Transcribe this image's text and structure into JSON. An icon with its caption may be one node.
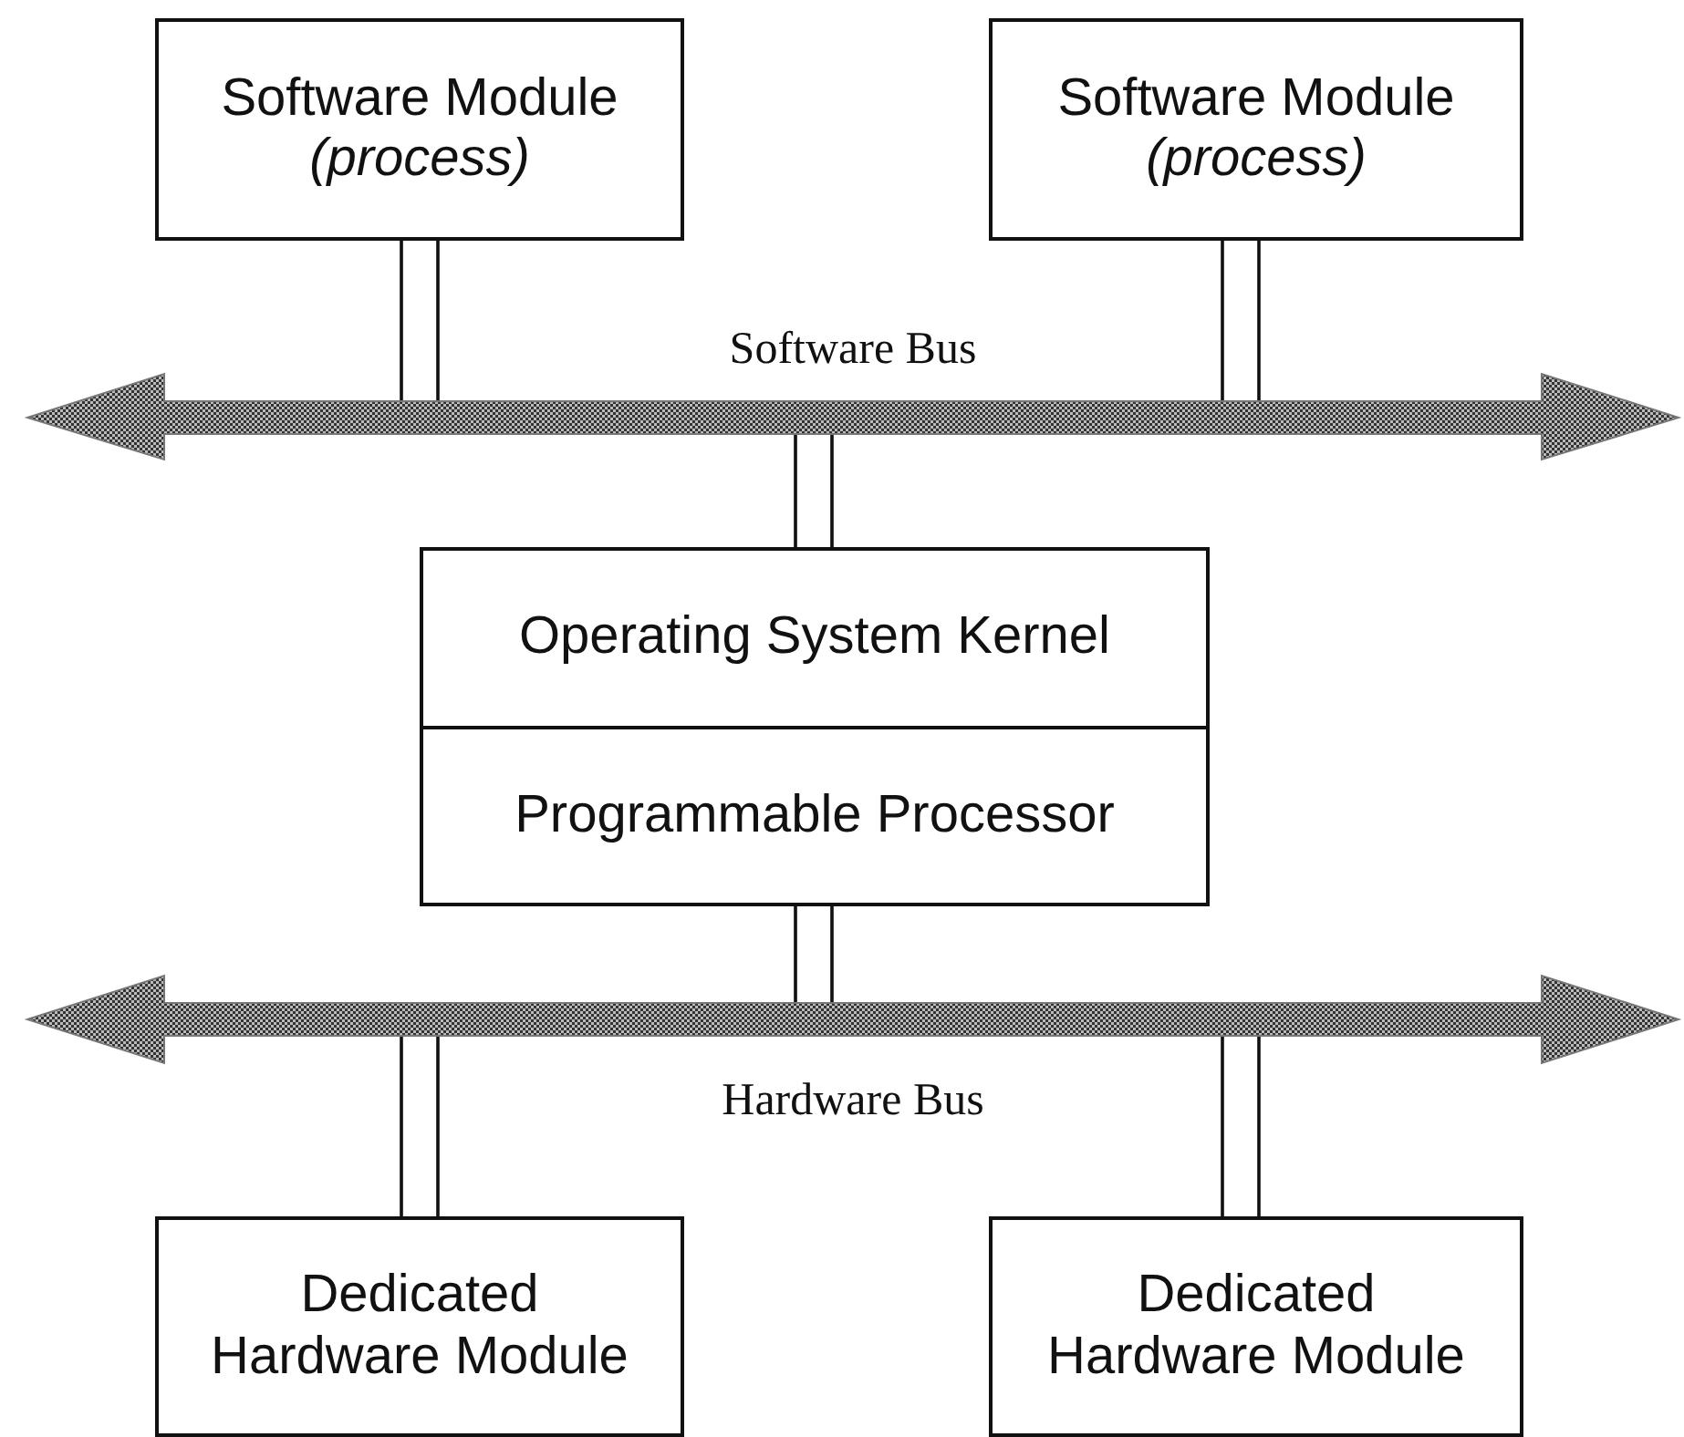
{
  "diagram": {
    "nodes": [
      {
        "text": [
          "Software Module",
          "(process)"
        ]
      },
      {
        "text": [
          "Software Module",
          "(process)"
        ]
      },
      {
        "text": [
          "Software Bus"
        ]
      },
      {
        "text": [
          "Operating System Kernel"
        ]
      },
      {
        "text": [
          "Programmable Processor"
        ]
      },
      {
        "text": [
          "Hardware Bus"
        ]
      },
      {
        "text": [
          "Dedicated Hardware Module"
        ]
      },
      {
        "text": [
          "Dedicated Hardware Module"
        ]
      }
    ],
    "edges": [
      {
        "from": 0,
        "to": 2,
        "arrow": "none"
      },
      {
        "from": 1,
        "to": 2,
        "arrow": "none"
      },
      {
        "from": 2,
        "to": 3,
        "arrow": "none"
      },
      {
        "from": 4,
        "to": 5,
        "arrow": "none"
      },
      {
        "from": 5,
        "to": 6,
        "arrow": "none"
      },
      {
        "from": 5,
        "to": 7,
        "arrow": "none"
      }
    ]
  }
}
